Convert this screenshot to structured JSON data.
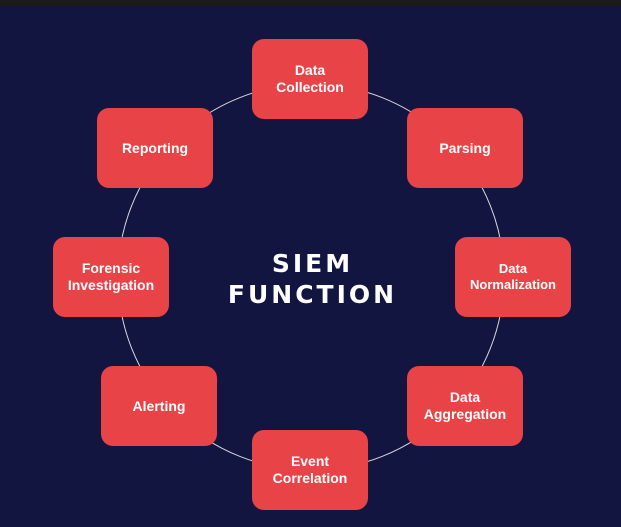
{
  "diagram": {
    "title_line1": "SIEM",
    "title_line2": "FUNCTION",
    "steps": [
      {
        "label": "Data\nCollection"
      },
      {
        "label": "Parsing"
      },
      {
        "label": "Data\nNormalization"
      },
      {
        "label": "Data\nAggregation"
      },
      {
        "label": "Event\nCorrelation"
      },
      {
        "label": "Alerting"
      },
      {
        "label": "Forensic\nInvestigation"
      },
      {
        "label": "Reporting"
      }
    ]
  },
  "colors": {
    "background": "#11153f",
    "box": "#e84447",
    "ring": "#d8d8e0",
    "text": "#ffffff"
  }
}
